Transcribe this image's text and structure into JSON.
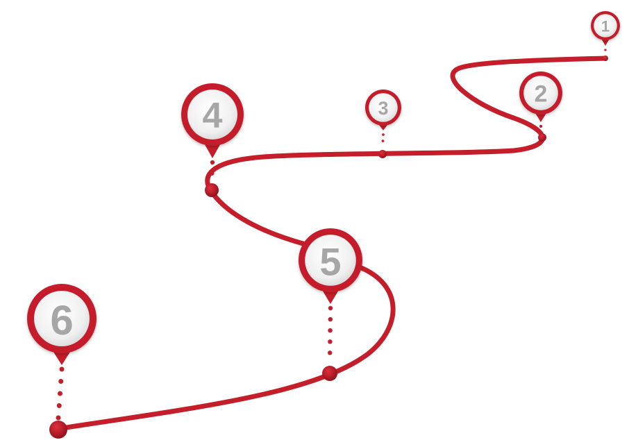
{
  "diagram": {
    "colors": {
      "path": "#c41e2a",
      "path_dark": "#8e0f19",
      "marker_ring": "#c41e2a",
      "marker_face": "#f2f2f2",
      "marker_face_shade": "#d9d9d9",
      "number": "#a6a6a6",
      "background": "#ffffff"
    },
    "markers": [
      {
        "label": "1"
      },
      {
        "label": "2"
      },
      {
        "label": "3"
      },
      {
        "label": "4"
      },
      {
        "label": "5"
      },
      {
        "label": "6"
      }
    ]
  }
}
